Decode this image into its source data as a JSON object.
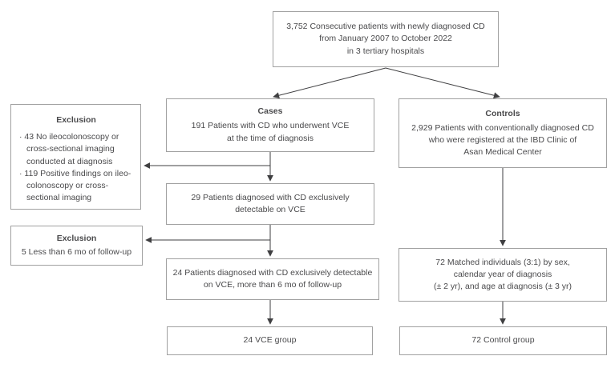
{
  "colors": {
    "box_border": "#a1a1a1",
    "text": "#4a4a4c",
    "arrow": "#3f3f41",
    "background": "#ffffff"
  },
  "flowchart": {
    "total": {
      "text": "3,752 Consecutive patients with newly diagnosed CD\nfrom January 2007 to October 2022\nin 3 tertiary hospitals"
    },
    "cases": {
      "title": "Cases",
      "text": "191 Patients with CD who underwent VCE\nat the time of diagnosis"
    },
    "controls": {
      "title": "Controls",
      "text": "2,929 Patients with conventionally diagnosed CD\nwho were registered at the IBD Clinic of\nAsan Medical Center"
    },
    "exclusion_cases": {
      "title": "Exclusion",
      "items": [
        "43 No ileocolonoscopy or cross-sectional imaging conducted at diagnosis",
        "119 Positive findings on ileo-colonoscopy or cross-sectional imaging"
      ]
    },
    "vce_exclusive": {
      "text": "29 Patients diagnosed with CD exclusively\ndetectable on VCE"
    },
    "exclusion_followup": {
      "title": "Exclusion",
      "text": "5 Less than 6 mo of follow-up"
    },
    "vce_exclusive_followup": {
      "text": "24 Patients diagnosed with CD exclusively detectable\non VCE, more than 6 mo of follow-up"
    },
    "matched": {
      "text": "72 Matched individuals (3:1) by sex,\ncalendar year of diagnosis\n(± 2 yr), and age at diagnosis (± 3 yr)"
    },
    "vce_group": {
      "text": "24 VCE group"
    },
    "control_group": {
      "text": "72 Control group"
    }
  }
}
